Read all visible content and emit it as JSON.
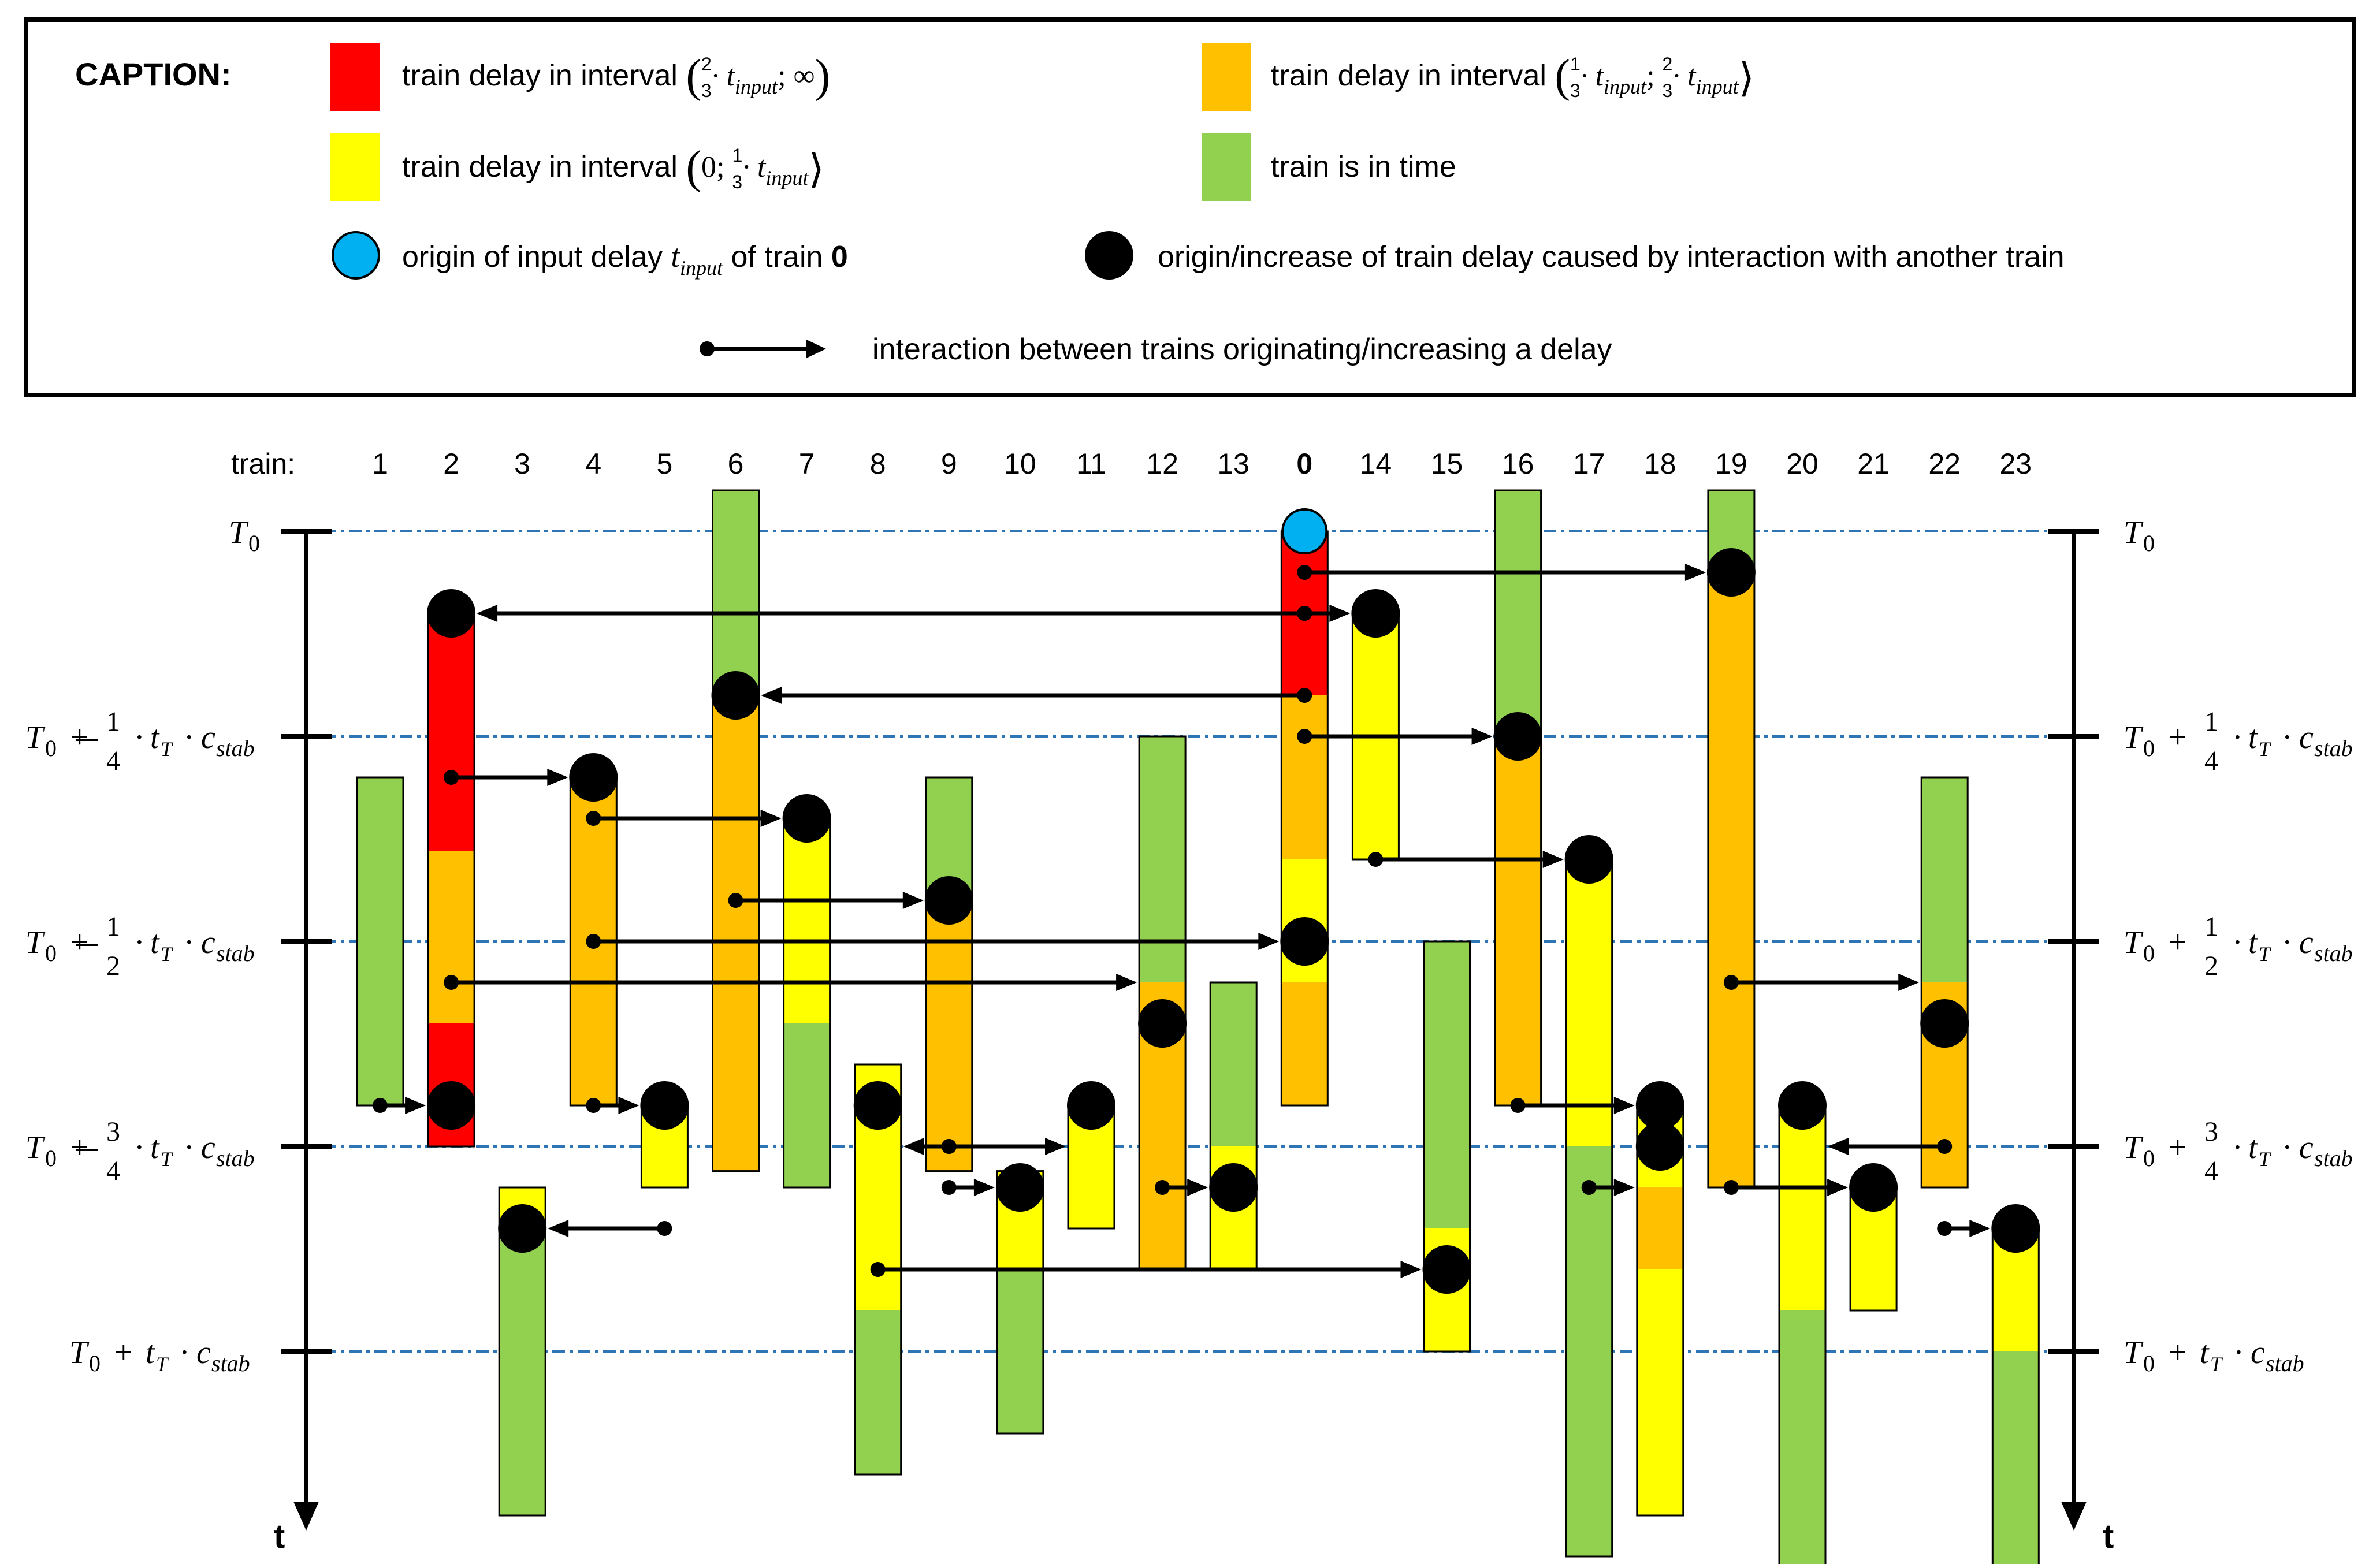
{
  "legend": {
    "title": "CAPTION:",
    "items": [
      {
        "key": "red",
        "parts": [
          "train delay in interval ",
          "(",
          "2",
          "3",
          "· t",
          "input",
          "; ∞",
          ")"
        ]
      },
      {
        "key": "orange",
        "parts": [
          "train delay in interval ",
          "(",
          "1",
          "3",
          "· t",
          "input",
          "; ",
          "2",
          "3",
          "· t",
          "input",
          "⟩"
        ]
      },
      {
        "key": "yellow",
        "parts": [
          "train delay in interval ",
          "(",
          "0; ",
          "1",
          "3",
          "· t",
          "input",
          "⟩"
        ]
      },
      {
        "key": "green",
        "parts": [
          "train is in time"
        ]
      },
      {
        "key": "input-origin",
        "parts": [
          "origin of input delay ",
          "t",
          "input",
          " of train ",
          "0"
        ]
      },
      {
        "key": "interaction-origin",
        "parts": [
          "origin/increase of train delay caused by interaction with another train"
        ]
      },
      {
        "key": "interaction-arrow",
        "parts": [
          "interaction between trains originating/increasing a delay"
        ]
      }
    ]
  },
  "colors": {
    "red": "#ff0000",
    "orange": "#ffc000",
    "yellow": "#ffff00",
    "green": "#92d050",
    "input_origin": "#00b0f0",
    "interaction_origin": "#000000",
    "gridline": "#2e75b6",
    "axis": "#000000"
  },
  "axis": {
    "train_label": "train:",
    "trains": [
      "1",
      "2",
      "3",
      "4",
      "5",
      "6",
      "7",
      "8",
      "9",
      "10",
      "11",
      "12",
      "13",
      "0",
      "14",
      "15",
      "16",
      "17",
      "18",
      "19",
      "20",
      "21",
      "22",
      "23"
    ],
    "time_labels": [
      {
        "prefix": "T",
        "sub": "0",
        "suffix": ""
      },
      {
        "prefix": "T",
        "sub": "0",
        "suffix": " + 1/4 · t_T · c_stab"
      },
      {
        "prefix": "T",
        "sub": "0",
        "suffix": " + 1/2 · t_T · c_stab"
      },
      {
        "prefix": "T",
        "sub": "0",
        "suffix": " + 3/4 · t_T · c_stab"
      },
      {
        "prefix": "T",
        "sub": "0",
        "suffix": " + t_T · c_stab"
      }
    ],
    "time_axis_label": "t"
  },
  "diagram": {
    "time_unit": "fraction of t_T · c_stab after T0",
    "bars": [
      {
        "train": "1",
        "segments": [
          {
            "from": 0.3,
            "to": 0.7,
            "color": "green"
          }
        ]
      },
      {
        "train": "2",
        "segments": [
          {
            "from": 0.1,
            "to": 0.39,
            "color": "red"
          },
          {
            "from": 0.39,
            "to": 0.6,
            "color": "orange"
          },
          {
            "from": 0.6,
            "to": 0.75,
            "color": "red"
          }
        ]
      },
      {
        "train": "3",
        "segments": [
          {
            "from": 0.8,
            "to": 0.85,
            "color": "yellow"
          },
          {
            "from": 0.85,
            "to": 1.2,
            "color": "green"
          }
        ]
      },
      {
        "train": "4",
        "segments": [
          {
            "from": 0.3,
            "to": 0.7,
            "color": "orange"
          }
        ]
      },
      {
        "train": "5",
        "segments": [
          {
            "from": 0.7,
            "to": 0.8,
            "color": "yellow"
          }
        ]
      },
      {
        "train": "6",
        "segments": [
          {
            "from": -0.05,
            "to": 0.2,
            "color": "green"
          },
          {
            "from": 0.2,
            "to": 0.78,
            "color": "orange"
          }
        ]
      },
      {
        "train": "7",
        "segments": [
          {
            "from": 0.35,
            "to": 0.6,
            "color": "yellow"
          },
          {
            "from": 0.6,
            "to": 0.8,
            "color": "green"
          }
        ]
      },
      {
        "train": "8",
        "segments": [
          {
            "from": 0.65,
            "to": 0.95,
            "color": "yellow"
          },
          {
            "from": 0.95,
            "to": 1.15,
            "color": "green"
          }
        ]
      },
      {
        "train": "9",
        "segments": [
          {
            "from": 0.3,
            "to": 0.45,
            "color": "green"
          },
          {
            "from": 0.45,
            "to": 0.78,
            "color": "orange"
          }
        ]
      },
      {
        "train": "10",
        "segments": [
          {
            "from": 0.78,
            "to": 0.9,
            "color": "yellow"
          },
          {
            "from": 0.9,
            "to": 1.1,
            "color": "green"
          }
        ]
      },
      {
        "train": "11",
        "segments": [
          {
            "from": 0.7,
            "to": 0.85,
            "color": "yellow"
          }
        ]
      },
      {
        "train": "12",
        "segments": [
          {
            "from": 0.25,
            "to": 0.55,
            "color": "green"
          },
          {
            "from": 0.55,
            "to": 0.9,
            "color": "orange"
          }
        ]
      },
      {
        "train": "13",
        "segments": [
          {
            "from": 0.55,
            "to": 0.75,
            "color": "green"
          },
          {
            "from": 0.75,
            "to": 0.9,
            "color": "yellow"
          }
        ]
      },
      {
        "train": "0",
        "segments": [
          {
            "from": 0.0,
            "to": 0.2,
            "color": "red"
          },
          {
            "from": 0.2,
            "to": 0.4,
            "color": "orange"
          },
          {
            "from": 0.4,
            "to": 0.55,
            "color": "yellow"
          },
          {
            "from": 0.55,
            "to": 0.7,
            "color": "orange"
          }
        ]
      },
      {
        "train": "14",
        "segments": [
          {
            "from": 0.1,
            "to": 0.4,
            "color": "yellow"
          }
        ]
      },
      {
        "train": "15",
        "segments": [
          {
            "from": 0.5,
            "to": 0.85,
            "color": "green"
          },
          {
            "from": 0.85,
            "to": 1.0,
            "color": "yellow"
          }
        ]
      },
      {
        "train": "16",
        "segments": [
          {
            "from": -0.05,
            "to": 0.25,
            "color": "green"
          },
          {
            "from": 0.25,
            "to": 0.7,
            "color": "orange"
          }
        ]
      },
      {
        "train": "17",
        "segments": [
          {
            "from": 0.4,
            "to": 0.75,
            "color": "yellow"
          },
          {
            "from": 0.75,
            "to": 1.25,
            "color": "green"
          }
        ]
      },
      {
        "train": "18",
        "segments": [
          {
            "from": 0.7,
            "to": 0.8,
            "color": "yellow"
          },
          {
            "from": 0.8,
            "to": 0.9,
            "color": "orange"
          },
          {
            "from": 0.9,
            "to": 1.2,
            "color": "yellow"
          }
        ]
      },
      {
        "train": "19",
        "segments": [
          {
            "from": -0.05,
            "to": 0.05,
            "color": "green"
          },
          {
            "from": 0.05,
            "to": 0.8,
            "color": "orange"
          }
        ]
      },
      {
        "train": "20",
        "segments": [
          {
            "from": 0.7,
            "to": 0.95,
            "color": "yellow"
          },
          {
            "from": 0.95,
            "to": 1.3,
            "color": "green"
          }
        ]
      },
      {
        "train": "21",
        "segments": [
          {
            "from": 0.8,
            "to": 0.95,
            "color": "yellow"
          }
        ]
      },
      {
        "train": "22",
        "segments": [
          {
            "from": 0.3,
            "to": 0.55,
            "color": "green"
          },
          {
            "from": 0.55,
            "to": 0.8,
            "color": "orange"
          }
        ]
      },
      {
        "train": "23",
        "segments": [
          {
            "from": 0.85,
            "to": 1.0,
            "color": "yellow"
          },
          {
            "from": 1.0,
            "to": 1.3,
            "color": "green"
          }
        ]
      }
    ],
    "input_origin": {
      "train": "0",
      "time": 0.0
    },
    "interaction_origins": [
      {
        "train": "2",
        "time": 0.1
      },
      {
        "train": "2",
        "time": 0.7
      },
      {
        "train": "3",
        "time": 0.85
      },
      {
        "train": "4",
        "time": 0.3
      },
      {
        "train": "5",
        "time": 0.7
      },
      {
        "train": "6",
        "time": 0.2
      },
      {
        "train": "7",
        "time": 0.35
      },
      {
        "train": "8",
        "time": 0.7
      },
      {
        "train": "9",
        "time": 0.45
      },
      {
        "train": "10",
        "time": 0.8
      },
      {
        "train": "11",
        "time": 0.7
      },
      {
        "train": "12",
        "time": 0.6
      },
      {
        "train": "13",
        "time": 0.8
      },
      {
        "train": "0",
        "time": 0.5
      },
      {
        "train": "14",
        "time": 0.1
      },
      {
        "train": "15",
        "time": 0.9
      },
      {
        "train": "16",
        "time": 0.25
      },
      {
        "train": "17",
        "time": 0.4
      },
      {
        "train": "18",
        "time": 0.7
      },
      {
        "train": "18",
        "time": 0.75
      },
      {
        "train": "19",
        "time": 0.05
      },
      {
        "train": "20",
        "time": 0.7
      },
      {
        "train": "21",
        "time": 0.8
      },
      {
        "train": "22",
        "time": 0.6
      },
      {
        "train": "23",
        "time": 0.85
      }
    ],
    "interactions": [
      {
        "from": "0",
        "to": "19",
        "time": 0.05
      },
      {
        "from": "0",
        "to": "2",
        "time": 0.1
      },
      {
        "from": "0",
        "to": "14",
        "time": 0.1
      },
      {
        "from": "0",
        "to": "6",
        "time": 0.2
      },
      {
        "from": "0",
        "to": "16",
        "time": 0.25
      },
      {
        "from": "2",
        "to": "4",
        "time": 0.3
      },
      {
        "from": "4",
        "to": "7",
        "time": 0.35
      },
      {
        "from": "14",
        "to": "17",
        "time": 0.4
      },
      {
        "from": "6",
        "to": "9",
        "time": 0.45
      },
      {
        "from": "4",
        "to": "0",
        "time": 0.5
      },
      {
        "from": "2",
        "to": "12",
        "time": 0.55
      },
      {
        "from": "19",
        "to": "22",
        "time": 0.55
      },
      {
        "from": "1",
        "to": "2",
        "time": 0.7
      },
      {
        "from": "4",
        "to": "5",
        "time": 0.7
      },
      {
        "from": "16",
        "to": "18",
        "time": 0.7
      },
      {
        "from": "9",
        "to": "8",
        "time": 0.75
      },
      {
        "from": "9",
        "to": "11",
        "time": 0.75
      },
      {
        "from": "22",
        "to": "20",
        "time": 0.75
      },
      {
        "from": "17",
        "to": "18",
        "time": 0.8
      },
      {
        "from": "5",
        "to": "3",
        "time": 0.85
      },
      {
        "from": "9",
        "to": "10",
        "time": 0.8
      },
      {
        "from": "12",
        "to": "13",
        "time": 0.8
      },
      {
        "from": "19",
        "to": "21",
        "time": 0.8
      },
      {
        "from": "22",
        "to": "23",
        "time": 0.85
      },
      {
        "from": "8",
        "to": "15",
        "time": 0.9
      }
    ]
  }
}
